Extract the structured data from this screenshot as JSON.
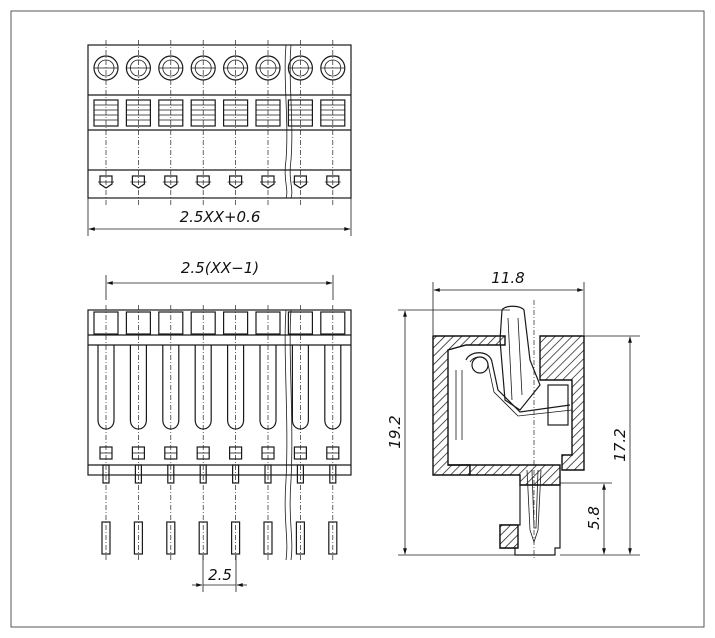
{
  "dimensions": {
    "top_width": "2.5XX+0.6",
    "front_span": "2.5(XX−1)",
    "pitch": "2.5",
    "side_width": "11.8",
    "height_total": "19.2",
    "height_body": "17.2",
    "height_pin": "5.8"
  },
  "views": {
    "pole_count_shown": 8
  }
}
